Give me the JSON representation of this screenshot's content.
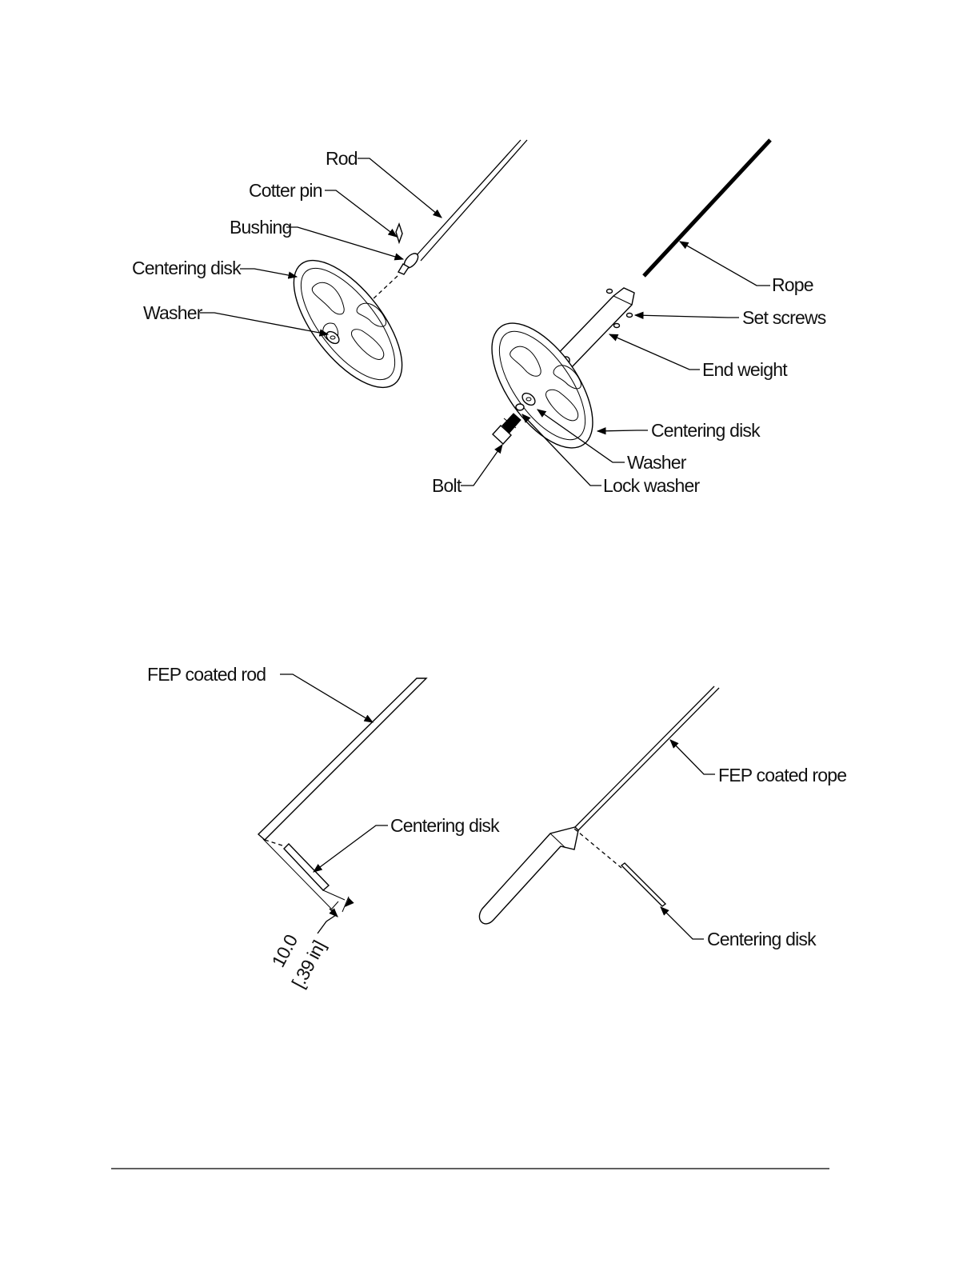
{
  "top_diagram": {
    "labels": {
      "rod": "Rod",
      "cotter_pin": "Cotter pin",
      "bushing": "Bushing",
      "centering_disk_left": "Centering disk",
      "washer_left": "Washer",
      "rope": "Rope",
      "set_screws": "Set screws",
      "end_weight": "End weight",
      "centering_disk_right": "Centering disk",
      "washer_right": "Washer",
      "bolt": "Bolt",
      "lock_washer": "Lock washer"
    }
  },
  "bottom_diagram": {
    "labels": {
      "fep_coated_rod": "FEP coated rod",
      "centering_disk_left": "Centering disk",
      "dimension_mm": "10.0",
      "dimension_in": "[.39 in]",
      "fep_coated_rope": "FEP coated rope",
      "centering_disk_right": "Centering disk"
    }
  }
}
